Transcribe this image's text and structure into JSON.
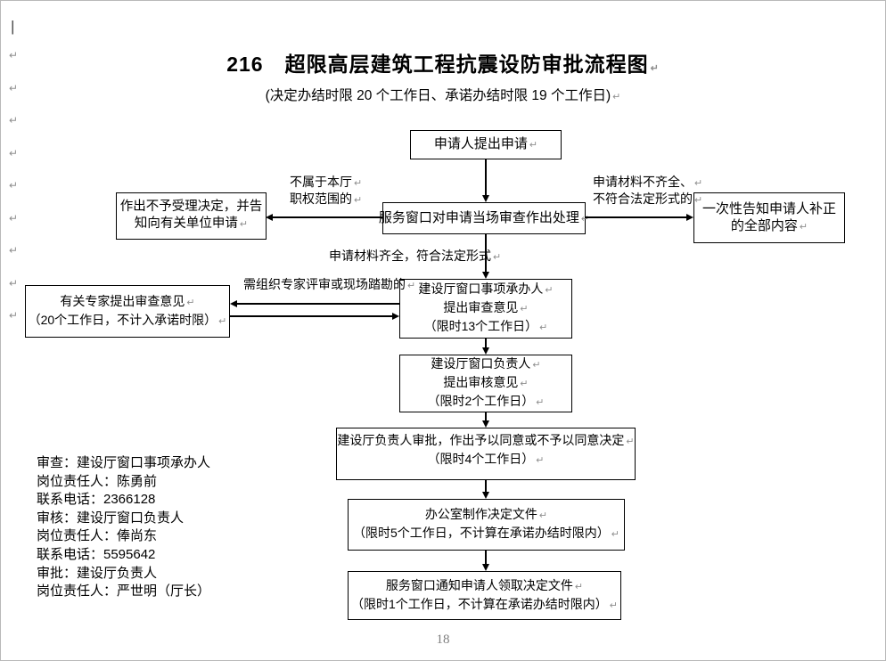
{
  "page": {
    "title": "216　超限高层建筑工程抗震设防审批流程图",
    "subtitle": "(决定办结时限 20 个工作日、承诺办结时限 19 个工作日)",
    "page_number": "18"
  },
  "marks": {
    "return": "↵",
    "cursor": "|"
  },
  "flow": {
    "box_apply": {
      "lines": [
        "申请人提出申请"
      ]
    },
    "box_window_review": {
      "lines": [
        "服务窗口对申请当场审查作出处理"
      ]
    },
    "box_reject": {
      "lines": [
        "作出不予受理决定，并告",
        "知向有关单位申请"
      ]
    },
    "box_onetime": {
      "lines": [
        "一次性告知申请人补正",
        "的全部内容"
      ]
    },
    "box_expert": {
      "lines": [
        "有关专家提出审查意见",
        "（20个工作日，不计入承诺时限）"
      ]
    },
    "box_undertaker": {
      "lines": [
        "建设厅窗口事项承办人",
        "提出审查意见",
        "（限时13个工作日）"
      ]
    },
    "box_window_leader": {
      "lines": [
        "建设厅窗口负责人",
        "提出审核意见",
        "（限时2个工作日）"
      ]
    },
    "box_dept_leader": {
      "lines": [
        "建设厅负责人审批，作出予以同意或不予以同意决定",
        "（限时4个工作日）"
      ]
    },
    "box_office": {
      "lines": [
        "办公室制作决定文件",
        "（限时5个工作日，不计算在承诺办结时限内）"
      ]
    },
    "box_notify": {
      "lines": [
        "服务窗口通知申请人领取决定文件",
        "（限时1个工作日，不计算在承诺办结时限内）"
      ]
    },
    "label_not_jurisdiction": {
      "lines": [
        "不属于本厅",
        "职权范围的"
      ]
    },
    "label_incomplete": {
      "lines": [
        "申请材料不齐全、",
        "不符合法定形式的"
      ]
    },
    "label_complete": {
      "lines": [
        "申请材料齐全，符合法定形式"
      ]
    },
    "label_expert_needed": {
      "lines": [
        "需组织专家评审或现场踏勘的"
      ]
    }
  },
  "contacts": {
    "lines": [
      "审查：建设厅窗口事项承办人",
      "岗位责任人：陈勇前",
      "联系电话：2366128",
      "审核：建设厅窗口负责人",
      "岗位责任人：俸尚东",
      "联系电话：5595642",
      "审批：建设厅负责人",
      "岗位责任人：严世明（厅长）"
    ]
  }
}
